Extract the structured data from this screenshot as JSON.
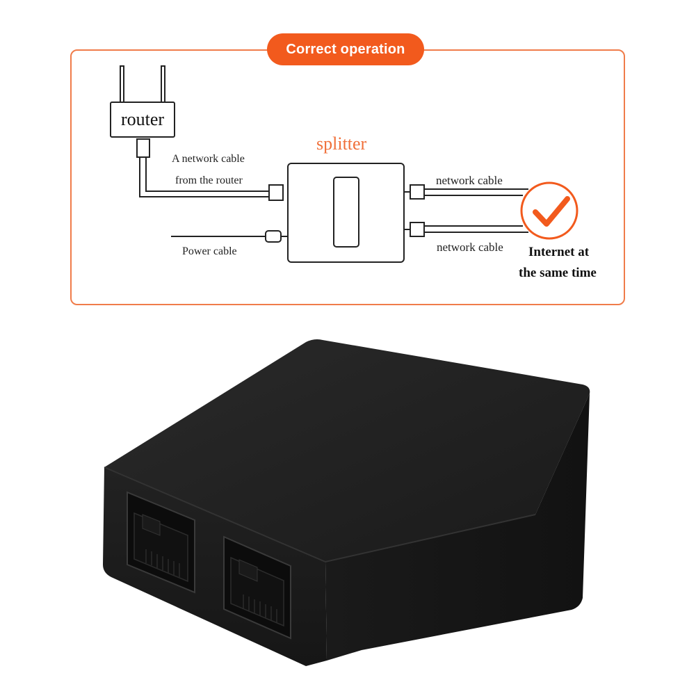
{
  "header": {
    "badge": "Correct operation"
  },
  "diagram": {
    "router_label": "router",
    "splitter_label": "splitter",
    "input_cable_line1": "A network cable",
    "input_cable_line2": "from the router",
    "power_cable_label": "Power cable",
    "output_cable_top": "network cable",
    "output_cable_bottom": "network cable",
    "result_line1": "Internet at",
    "result_line2": "the same time",
    "result_icon": "checkmark-icon"
  },
  "colors": {
    "accent": "#f25a1d",
    "panel_border": "#f07c4a",
    "device_body": "#1c1c1c"
  }
}
